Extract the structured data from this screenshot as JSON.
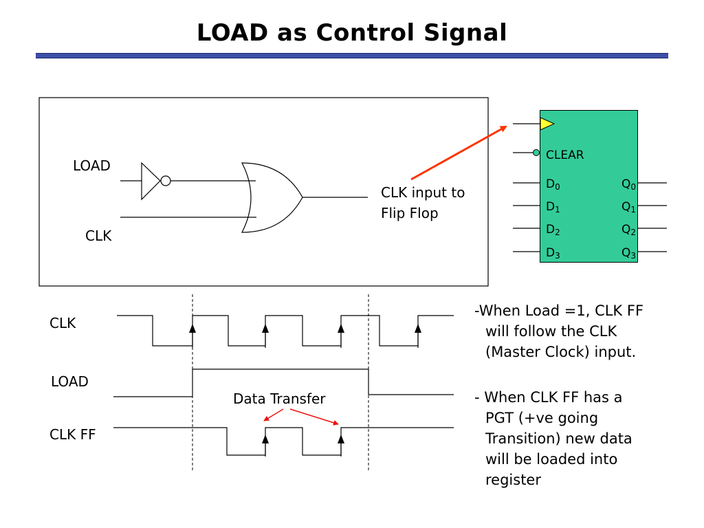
{
  "title": "LOAD as Control Signal",
  "gate_circuit": {
    "load_label": "LOAD",
    "clk_label": "CLK",
    "output_label_line1": "CLK input to",
    "output_label_line2": "Flip Flop"
  },
  "flip_flop": {
    "clear_label": "CLEAR",
    "inputs": [
      {
        "base": "D",
        "sub": "0"
      },
      {
        "base": "D",
        "sub": "1"
      },
      {
        "base": "D",
        "sub": "2"
      },
      {
        "base": "D",
        "sub": "3"
      }
    ],
    "outputs": [
      {
        "base": "Q",
        "sub": "0"
      },
      {
        "base": "Q",
        "sub": "1"
      },
      {
        "base": "Q",
        "sub": "2"
      },
      {
        "base": "Q",
        "sub": "3"
      }
    ],
    "colors": {
      "body": "#33cc99",
      "clock_marker": "#ffff33",
      "arrow": "#ff3300"
    }
  },
  "timing": {
    "signals": [
      "CLK",
      "LOAD",
      "CLK FF"
    ],
    "annotation": "Data Transfer"
  },
  "notes": {
    "note1": [
      "-When Load =1, CLK FF",
      "will follow the CLK",
      "(Master Clock) input."
    ],
    "note2": [
      "- When CLK FF has a",
      "PGT (+ve going",
      "Transition) new data",
      "will be loaded into",
      "register"
    ]
  }
}
